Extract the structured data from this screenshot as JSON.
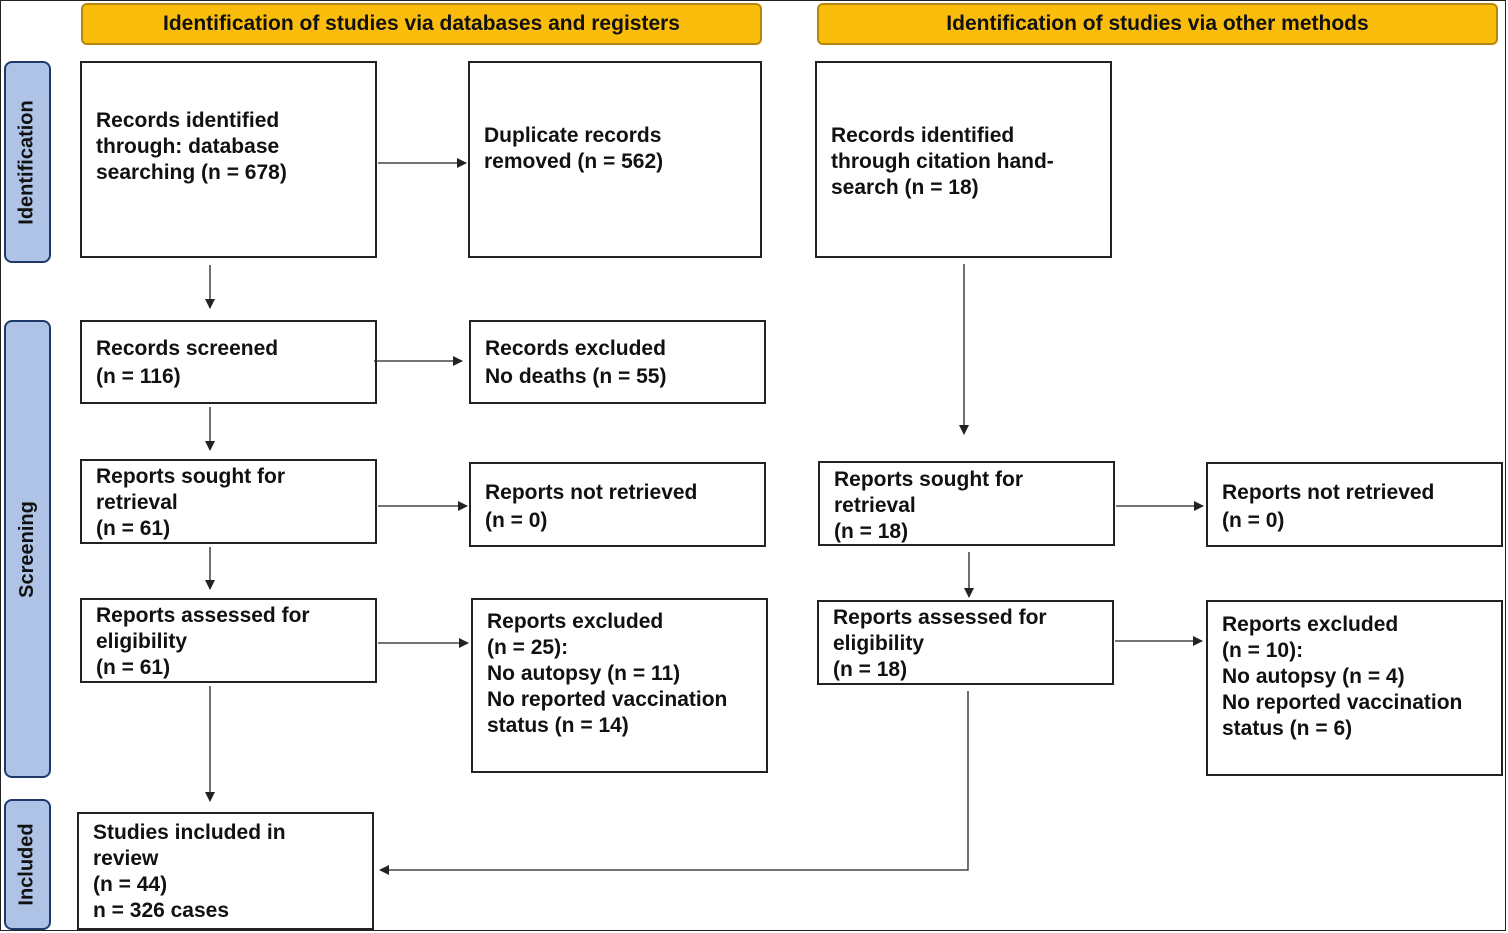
{
  "headers": {
    "databases": "Identification of studies via databases and registers",
    "other": "Identification of studies via other methods"
  },
  "stages": {
    "identification": "Identification",
    "screening": "Screening",
    "included": "Included"
  },
  "left": {
    "records_identified": [
      "Records identified",
      "through: database",
      "searching (n = 678)"
    ],
    "duplicates_removed": [
      "Duplicate records",
      "removed (n = 562)"
    ],
    "records_screened": [
      "Records screened",
      "(n = 116)"
    ],
    "records_excluded": [
      "Records excluded",
      "No deaths (n = 55)"
    ],
    "reports_sought": [
      "Reports sought for",
      "retrieval",
      "(n = 61)"
    ],
    "reports_not_retrieved": [
      "Reports not retrieved",
      "(n = 0)"
    ],
    "reports_assessed": [
      "Reports assessed for",
      "eligibility",
      "(n = 61)"
    ],
    "reports_excluded": [
      "Reports excluded",
      "(n = 25):",
      "No autopsy (n = 11)",
      "No reported vaccination",
      "status (n = 14)"
    ],
    "studies_included": [
      "Studies included in",
      "review",
      "(n = 44)",
      "n = 326 cases"
    ]
  },
  "right": {
    "records_identified": [
      "Records identified",
      "through citation hand-",
      "search (n = 18)"
    ],
    "reports_sought": [
      "Reports sought for",
      "retrieval",
      "(n = 18)"
    ],
    "reports_not_retrieved": [
      "Reports not retrieved",
      "(n = 0)"
    ],
    "reports_assessed": [
      "Reports assessed for",
      "eligibility",
      "(n = 18)"
    ],
    "reports_excluded": [
      "Reports excluded",
      "(n = 10):",
      "No autopsy (n = 4)",
      "No reported vaccination",
      "status (n = 6)"
    ]
  },
  "colors": {
    "header_fill": "#fbbd0c",
    "stage_fill": "#aec3e6",
    "stage_border": "#1f3a6a"
  }
}
